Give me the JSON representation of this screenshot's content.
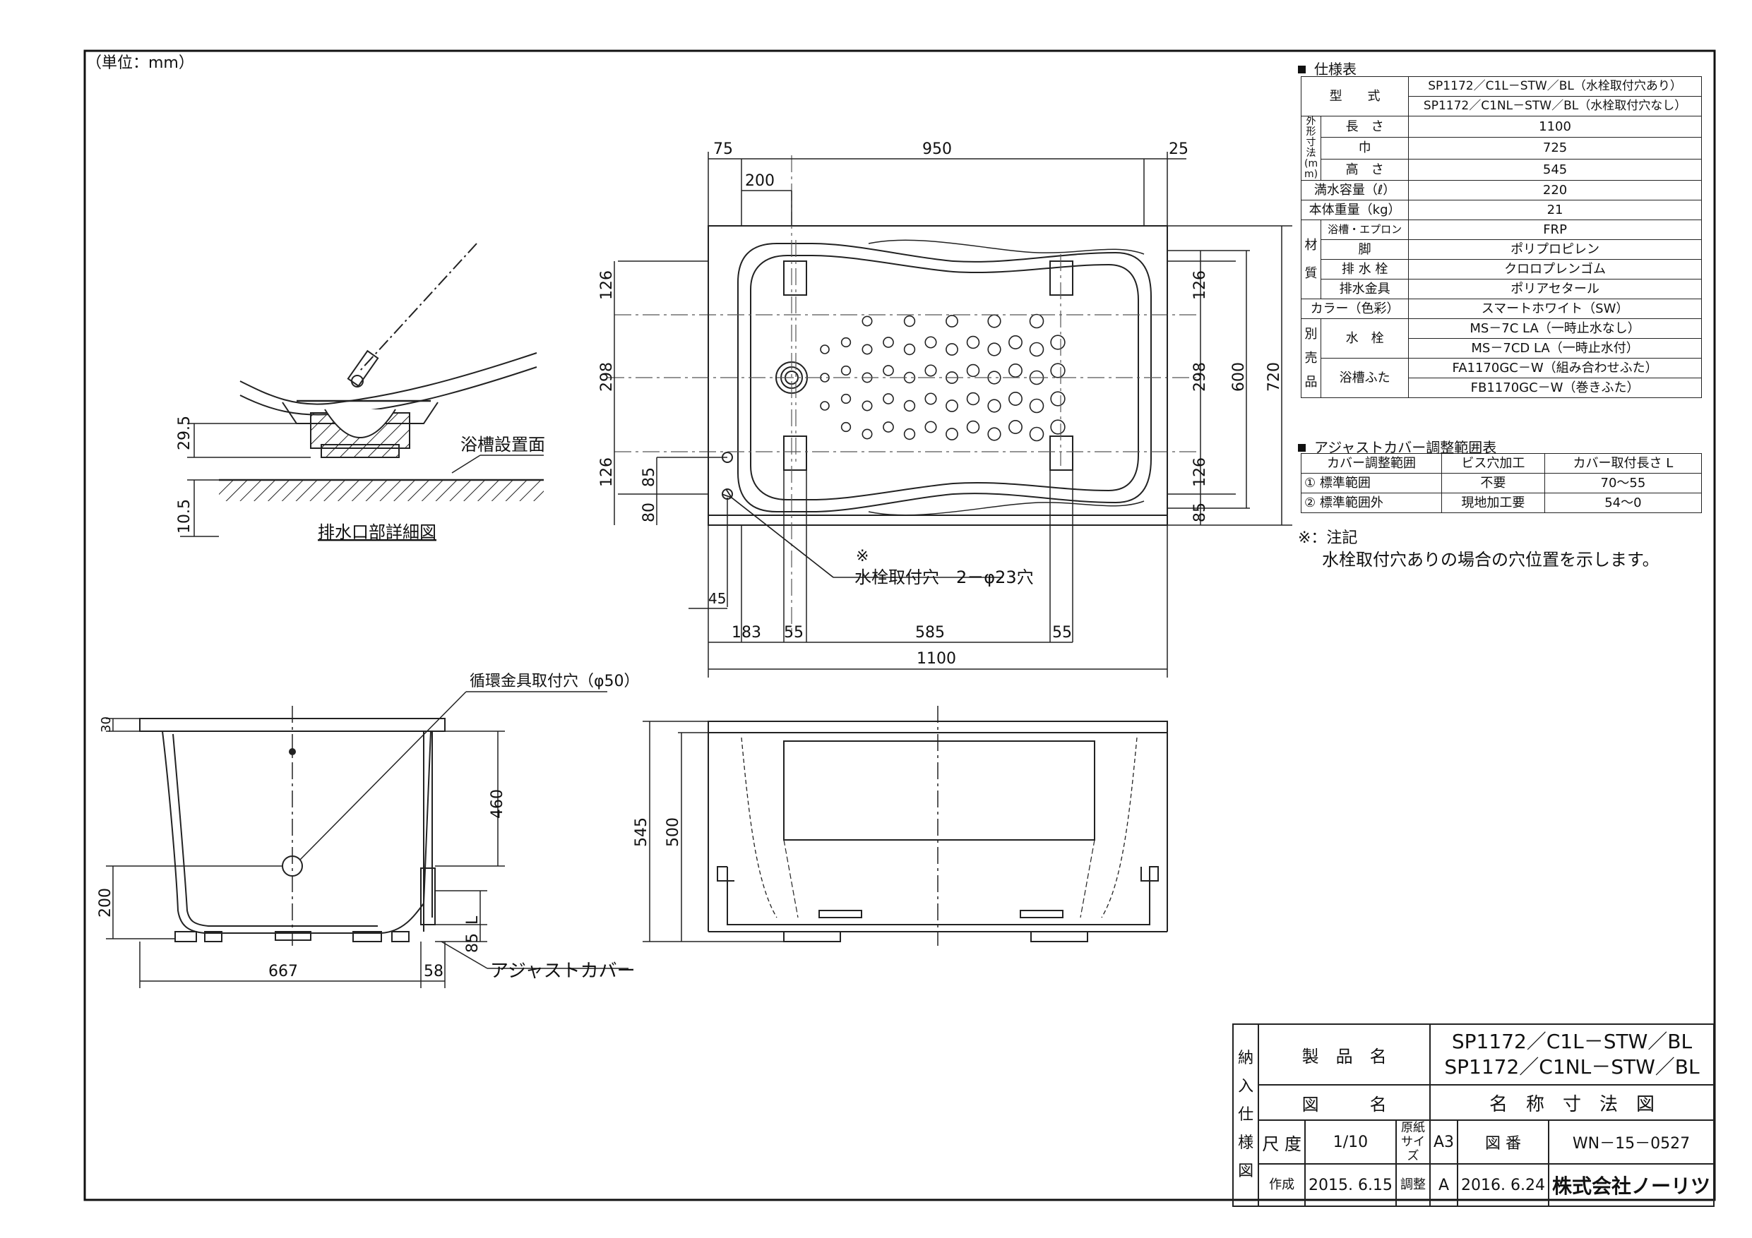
{
  "unit_note": "（単位：mm）",
  "spec_table": {
    "title": "仕様表",
    "model_label": "型　　式",
    "model_1": "SP1172／C1L－STW／BL（水栓取付穴あり）",
    "model_2": "SP1172／C1NL－STW／BL（水栓取付穴なし）",
    "outer_dims_label": "外形寸法(mm)",
    "length_label": "長　さ",
    "length_value": "1100",
    "width_label": "巾",
    "width_value": "725",
    "height_label": "高　さ",
    "height_value": "545",
    "capacity_label": "満水容量（ℓ）",
    "capacity_value": "220",
    "weight_label": "本体重量（kg）",
    "weight_value": "21",
    "material_label": "材質",
    "mat_body_label": "浴槽・エプロン",
    "mat_body_value": "FRP",
    "mat_leg_label": "脚",
    "mat_leg_value": "ポリプロピレン",
    "mat_plug_label": "排 水 栓",
    "mat_plug_value": "クロロプレンゴム",
    "mat_fitting_label": "排水金具",
    "mat_fitting_value": "ポリアセタール",
    "color_label": "カラー（色彩）",
    "color_value": "スマートホワイト（SW）",
    "sold_label": "別売品",
    "faucet_label": "水　栓",
    "faucet_1": "MS－7C LA（一時止水なし）",
    "faucet_2": "MS－7CD LA（一時止水付）",
    "lid_label": "浴槽ふた",
    "lid_1": "FA1170GC－W（組み合わせふた）",
    "lid_2": "FB1170GC－W（巻きふた）"
  },
  "adjust_table": {
    "title": "アジャストカバー調整範囲表",
    "headers": [
      "カバー調整範囲",
      "ビス穴加工",
      "カバー取付長さ L"
    ],
    "rows": [
      [
        "①  標準範囲",
        "不要",
        "70～55"
      ],
      [
        "②  標準範囲外",
        "現地加工要",
        "54～0"
      ]
    ]
  },
  "note": {
    "title": "※：注記",
    "text": "水栓取付穴ありの場合の穴位置を示します。"
  },
  "drawing": {
    "detail_title": "排水口部詳細図",
    "floor_label": "浴槽設置面",
    "dim_29_5": "29.5",
    "dim_10_5": "10.5",
    "top_dims": [
      "75",
      "950",
      "25",
      "200"
    ],
    "left_dims": [
      "126",
      "298",
      "126",
      "85",
      "80"
    ],
    "right_dims": [
      "126",
      "298",
      "126",
      "85",
      "600",
      "720"
    ],
    "bottom_dims": [
      "45",
      "183",
      "55",
      "585",
      "55",
      "1100"
    ],
    "hole_mark": "※",
    "hole_label": "水栓取付穴　2－φ23穴",
    "circ_label": "循環金具取付穴（φ50）",
    "side_dims": [
      "30",
      "460",
      "200",
      "667",
      "58",
      "L",
      "85"
    ],
    "adjust_cover_label": "アジャストカバー",
    "front_dims": [
      "545",
      "500"
    ]
  },
  "title_block": {
    "vertical_label": [
      "納",
      "入",
      "仕",
      "様",
      "図"
    ],
    "product_label": "製　品　名",
    "product_1": "SP1172／C1L－STW／BL",
    "product_2": "SP1172／C1NL－STW／BL",
    "drawing_name_label": "図　　　名",
    "drawing_name": "名　称　寸　法　図",
    "scale_label": "尺 度",
    "scale_value": "1/10",
    "paper_label": "原紙サイズ",
    "paper_value": "A3",
    "dwg_no_label": "図 番",
    "dwg_no": "WN－15－0527",
    "made_label": "作成",
    "made_date": "2015. 6.15",
    "adj_label": "調整",
    "adj_rev": "A",
    "adj_date": "2016. 6.24",
    "company": "株式会社ノーリツ"
  }
}
